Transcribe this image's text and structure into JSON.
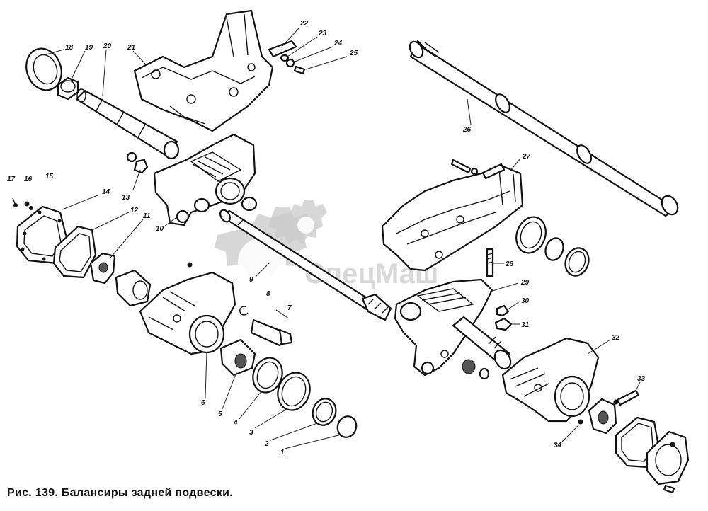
{
  "caption": "Рис. 139. Балансиры задней подвески.",
  "watermark": {
    "text": "СпецМаш"
  },
  "callouts": [
    "18",
    "19",
    "20",
    "21",
    "22",
    "23",
    "24",
    "25",
    "26",
    "27",
    "17",
    "16",
    "15",
    "14",
    "13",
    "12",
    "11",
    "10",
    "9",
    "8",
    "7",
    "6",
    "5",
    "4",
    "3",
    "2",
    "1",
    "28",
    "29",
    "30",
    "31",
    "32",
    "33",
    "34"
  ]
}
